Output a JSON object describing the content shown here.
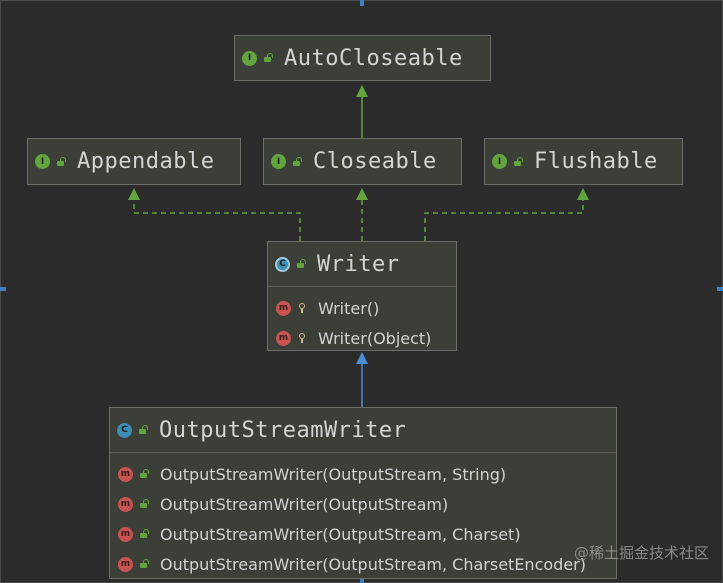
{
  "diagram": {
    "nodes": {
      "autocloseable": {
        "kind": "interface",
        "visibility": "public",
        "title": "AutoCloseable"
      },
      "appendable": {
        "kind": "interface",
        "visibility": "public",
        "title": "Appendable"
      },
      "closeable": {
        "kind": "interface",
        "visibility": "public",
        "title": "Closeable"
      },
      "flushable": {
        "kind": "interface",
        "visibility": "public",
        "title": "Flushable"
      },
      "writer": {
        "kind": "abstract-class",
        "visibility": "public",
        "title": "Writer",
        "members": [
          {
            "kind": "method",
            "visibility": "protected",
            "label": "Writer()"
          },
          {
            "kind": "method",
            "visibility": "protected",
            "label": "Writer(Object)"
          }
        ]
      },
      "outputstreamwriter": {
        "kind": "class",
        "visibility": "public",
        "title": "OutputStreamWriter",
        "members": [
          {
            "kind": "method",
            "visibility": "public",
            "label": "OutputStreamWriter(OutputStream, String)"
          },
          {
            "kind": "method",
            "visibility": "public",
            "label": "OutputStreamWriter(OutputStream)"
          },
          {
            "kind": "method",
            "visibility": "public",
            "label": "OutputStreamWriter(OutputStream, Charset)"
          },
          {
            "kind": "method",
            "visibility": "public",
            "label": "OutputStreamWriter(OutputStream, CharsetEncoder)"
          }
        ]
      }
    },
    "edges": [
      {
        "from": "closeable",
        "to": "autocloseable",
        "type": "extends"
      },
      {
        "from": "writer",
        "to": "appendable",
        "type": "implements"
      },
      {
        "from": "writer",
        "to": "closeable",
        "type": "implements"
      },
      {
        "from": "writer",
        "to": "flushable",
        "type": "implements"
      },
      {
        "from": "outputstreamwriter",
        "to": "writer",
        "type": "extends"
      }
    ],
    "badges": {
      "interface": "I",
      "class": "C",
      "method": "m"
    },
    "colors": {
      "background": "#2b2b2b",
      "node_fill": "#3c3f37",
      "interface_badge": "#62a43e",
      "class_badge": "#3d8db5",
      "method_badge": "#c75450",
      "interface_edge": "#62a43e",
      "class_edge": "#4c8fd6"
    }
  },
  "watermark": "@稀土掘金技术社区"
}
